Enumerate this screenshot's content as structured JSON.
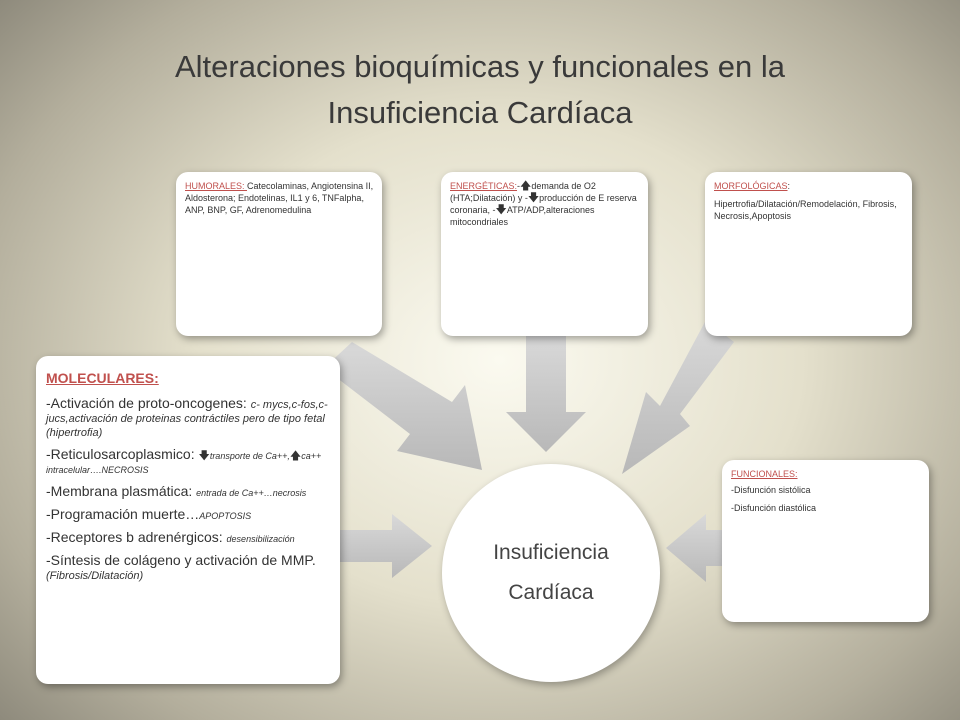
{
  "title": {
    "line1": "Alteraciones bioquímicas y funcionales en la",
    "line2": "Insuficiencia  Cardíaca"
  },
  "center": {
    "line1": "Insuficiencia",
    "line2": "Cardíaca"
  },
  "humorales": {
    "heading": "HUMORALES: ",
    "body": "Catecolaminas, Angiotensina II, Aldosterona; Endotelinas, IL1 y 6, TNFalpha, ANP, BNP, GF, Adrenomedulina"
  },
  "energeticas": {
    "heading": "ENERGÉTICAS:",
    "t1": "-",
    "t2": "demanda de O2 (HTA;Dilatación) y -",
    "t3": "producción  de E reserva coronaria, -",
    "t4": "ATP/ADP,alteraciones mitocondriales"
  },
  "morfologicas": {
    "heading": "MORFOLÓGICAS",
    "colon": ":",
    "body": "Hipertrofia/Dilatación/Remodelación, Fibrosis, Necrosis,Apoptosis"
  },
  "funcionales": {
    "heading": "FUNCIONALES:",
    "items": [
      "-Disfunción sistólica",
      "-Disfunción diastólica"
    ]
  },
  "moleculares": {
    "heading": "MOLECULARES:",
    "i1_a": "-Activación de proto-oncogenes: ",
    "i1_b": "c- mycs,c-fos,c-jucs,activación de proteinas contráctiles pero de tipo fetal (hipertrofia)",
    "i2_a": "-Reticulosarcoplasmico: ",
    "i2_b": "transporte de Ca++,",
    "i2_c": "ca++ intracelular….NECROSIS",
    "i3_a": "-Membrana plasmática: ",
    "i3_b": "entrada de Ca++…necrosis",
    "i4_a": "-Programación muerte…",
    "i4_b": "APOPTOSIS",
    "i5_a": "-Receptores b adrenérgicos: ",
    "i5_b": "desensibilización",
    "i6_a": "-Síntesis de colágeno y activación de MMP. ",
    "i6_b": "(Fibrosis/Dilatación)"
  },
  "colors": {
    "heading": "#c0504d",
    "arrow": "#c9c9c9"
  },
  "icons": [
    "up-arrow-icon",
    "down-arrow-icon"
  ]
}
